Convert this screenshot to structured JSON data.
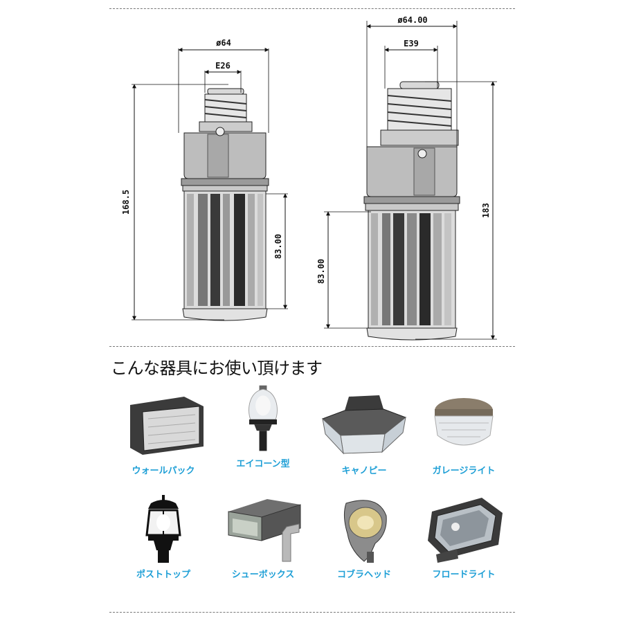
{
  "drawing": {
    "left_bulb": {
      "diameter_label": "ø64",
      "base_label": "E26",
      "height_label": "168.5",
      "led_height_label": "83.00"
    },
    "right_bulb": {
      "diameter_label": "ø64.00",
      "base_label": "E39",
      "height_label": "183",
      "led_height_label": "83.00"
    }
  },
  "fixtures_section": {
    "title": "こんな器具にお使い頂けます",
    "items": [
      {
        "label": "ウォールパック",
        "icon": "wall-pack-icon"
      },
      {
        "label": "エイコーン型",
        "icon": "acorn-light-icon"
      },
      {
        "label": "キャノピー",
        "icon": "canopy-light-icon"
      },
      {
        "label": "ガレージライト",
        "icon": "garage-light-icon"
      },
      {
        "label": "ポストトップ",
        "icon": "post-top-icon"
      },
      {
        "label": "シューボックス",
        "icon": "shoebox-light-icon"
      },
      {
        "label": "コブラヘッド",
        "icon": "cobra-head-icon"
      },
      {
        "label": "フロードライト",
        "icon": "flood-light-icon"
      }
    ]
  },
  "colors": {
    "label_blue": "#1e9fd6",
    "divider": "#777777"
  }
}
